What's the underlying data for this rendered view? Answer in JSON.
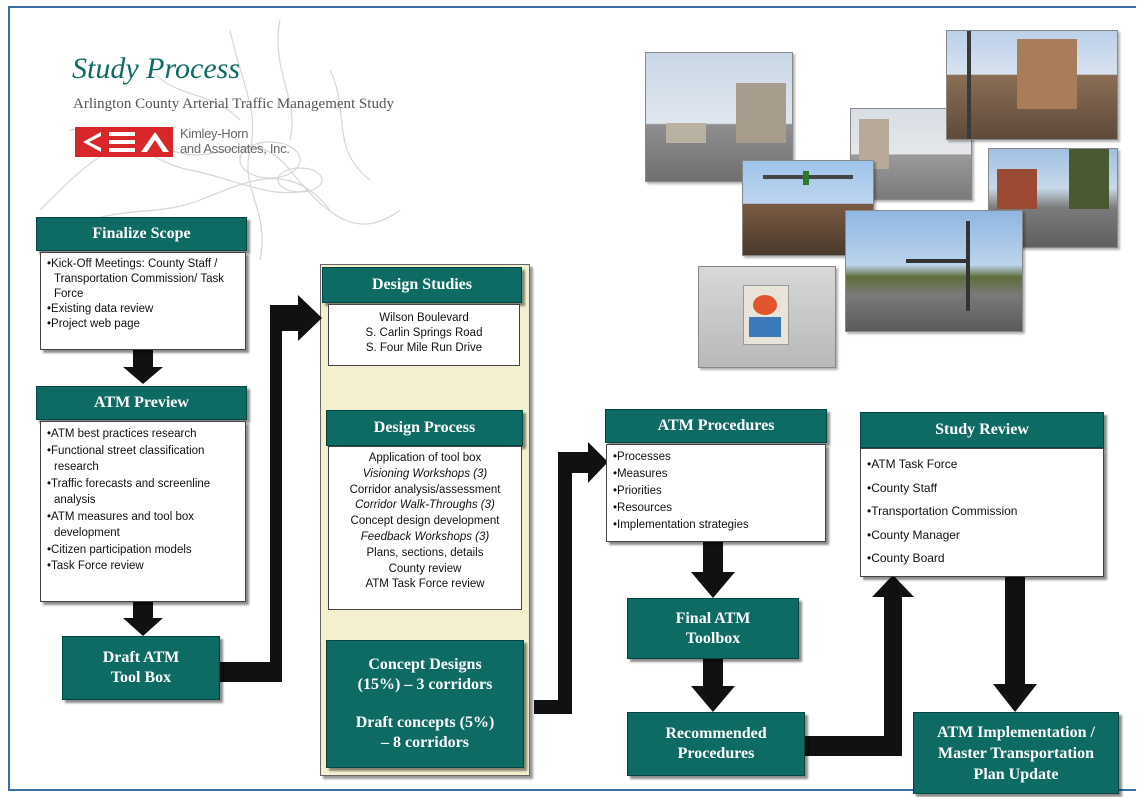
{
  "header": {
    "title": "Study Process",
    "subtitle": "Arlington County Arterial Traffic Management Study",
    "company_line1": "Kimley-Horn",
    "company_line2": "and Associates, Inc."
  },
  "finalize_scope": {
    "title": "Finalize Scope",
    "items": [
      "Kick-Off Meetings: County Staff / Transportation Commission/ Task Force",
      "Existing data review",
      "Project web page"
    ]
  },
  "atm_preview": {
    "title": "ATM Preview",
    "items": [
      "ATM best practices research",
      "Functional street classification research",
      "Traffic forecasts and screenline analysis",
      "ATM measures and tool box development",
      "Citizen participation models",
      "Task Force review"
    ]
  },
  "draft_toolbox": {
    "line1": "Draft ATM",
    "line2": "Tool Box"
  },
  "design_studies": {
    "title": "Design Studies",
    "lines": [
      "Wilson Boulevard",
      "S. Carlin Springs Road",
      "S. Four Mile Run Drive"
    ]
  },
  "design_process": {
    "title": "Design Process",
    "lines": [
      {
        "text": "Application of tool box",
        "italic": false
      },
      {
        "text": "Visioning Workshops (3)",
        "italic": true
      },
      {
        "text": "Corridor analysis/assessment",
        "italic": false
      },
      {
        "text": "Corridor Walk-Throughs (3)",
        "italic": true
      },
      {
        "text": "Concept design development",
        "italic": false
      },
      {
        "text": "Feedback Workshops (3)",
        "italic": true
      },
      {
        "text": "Plans, sections, details",
        "italic": false
      },
      {
        "text": "County review",
        "italic": false
      },
      {
        "text": "ATM Task Force review",
        "italic": false
      }
    ]
  },
  "concept_designs": {
    "line1": "Concept Designs",
    "line2": "(15%) – 3 corridors",
    "line3": "Draft concepts (5%)",
    "line4": "– 8 corridors"
  },
  "atm_procedures": {
    "title": "ATM Procedures",
    "items": [
      "Processes",
      "Measures",
      "Priorities",
      "Resources",
      "Implementation strategies"
    ]
  },
  "final_toolbox": {
    "line1": "Final ATM",
    "line2": "Toolbox"
  },
  "recommended": {
    "line1": "Recommended",
    "line2": "Procedures"
  },
  "study_review": {
    "title": "Study Review",
    "items": [
      "ATM Task Force",
      "County Staff",
      "Transportation Commission",
      "County Manager",
      "County Board"
    ]
  },
  "implementation": {
    "line1": "ATM Implementation /",
    "line2": "Master Transportation",
    "line3": "Plan Update"
  },
  "colors": {
    "teal": "#0d6b63",
    "cream": "#f4f0cf",
    "arrow": "#111111",
    "logo_red": "#d8262b"
  }
}
